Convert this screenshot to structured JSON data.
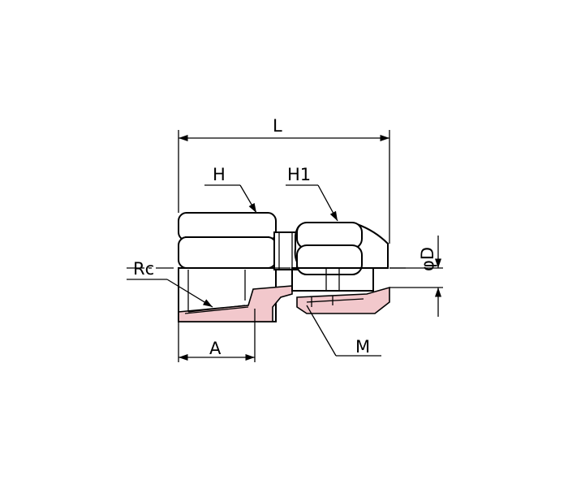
{
  "labels": {
    "L": "L",
    "H": "H",
    "H1": "H1",
    "Rc": "Rc",
    "A": "A",
    "M": "M",
    "phiD": "φD"
  },
  "colors": {
    "section_fill": "#f2c8cc",
    "line": "#000000",
    "background": "#ffffff"
  }
}
